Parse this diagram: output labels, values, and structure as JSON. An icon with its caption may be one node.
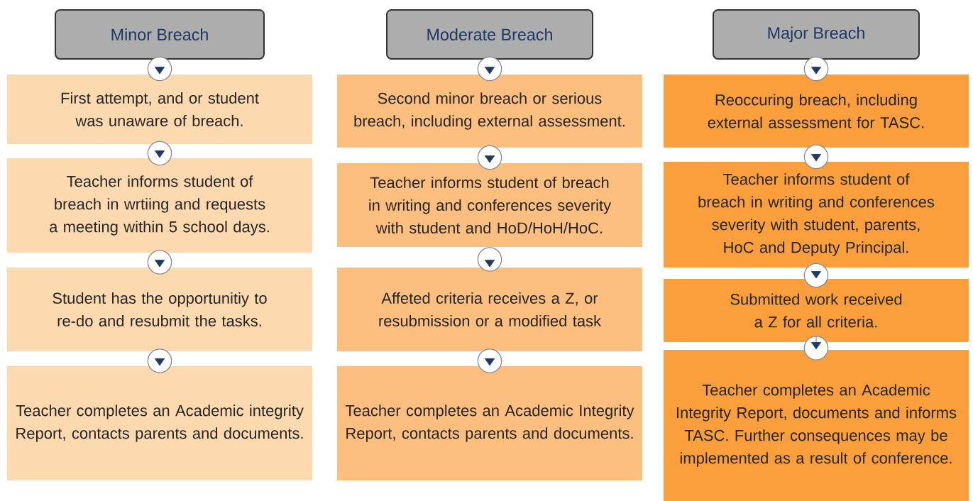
{
  "diagram": {
    "nodes": [
      {
        "text": [
          "Minor Breach"
        ]
      },
      {
        "text": [
          "First attempt, and or student was unaware of breach."
        ]
      },
      {
        "text": [
          "Teacher informs student of breach in wrtiing and requests a meeting within 5 school days."
        ]
      },
      {
        "text": [
          "Student has the opportunitiy to re-do and resubmit the tasks."
        ]
      },
      {
        "text": [
          "Teacher completes an Academic integrity Report, contacts parents and documents."
        ]
      },
      {
        "text": [
          "Moderate Breach"
        ]
      },
      {
        "text": [
          "Second minor breach or serious breach, including external assessment."
        ]
      },
      {
        "text": [
          "Teacher informs student of breach in writing and conferences severity with student and HoD/HoH/HoC."
        ]
      },
      {
        "text": [
          "Affeted criteria receives a Z, or resubmission or a modified task"
        ]
      },
      {
        "text": [
          "Teacher completes an Academic Integrity Report, contacts parents and documents."
        ]
      },
      {
        "text": [
          "Major Breach"
        ]
      },
      {
        "text": [
          "Reoccuring breach, including external assessment for TASC."
        ]
      },
      {
        "text": [
          "Teacher informs student of breach in writing and conferences severity with student, parents, HoC and Deputy Principal."
        ]
      },
      {
        "text": [
          "Submitted work received a Z for all criteria."
        ]
      },
      {
        "text": [
          "Teacher completes an Academic Integrity Report, documents and informs TASC. Further consequences may be implemented as a result of conference."
        ]
      }
    ],
    "edges": [
      {
        "from": 0,
        "to": 1,
        "arrow": "to"
      },
      {
        "from": 1,
        "to": 2,
        "arrow": "to"
      },
      {
        "from": 2,
        "to": 3,
        "arrow": "to"
      },
      {
        "from": 3,
        "to": 4,
        "arrow": "to"
      },
      {
        "from": 5,
        "to": 6,
        "arrow": "to"
      },
      {
        "from": 6,
        "to": 7,
        "arrow": "to"
      },
      {
        "from": 7,
        "to": 8,
        "arrow": "to"
      },
      {
        "from": 8,
        "to": 9,
        "arrow": "to"
      },
      {
        "from": 10,
        "to": 11,
        "arrow": "to"
      },
      {
        "from": 11,
        "to": 12,
        "arrow": "to"
      },
      {
        "from": 12,
        "to": 13,
        "arrow": "to"
      },
      {
        "from": 13,
        "to": 14,
        "arrow": "to"
      }
    ]
  }
}
